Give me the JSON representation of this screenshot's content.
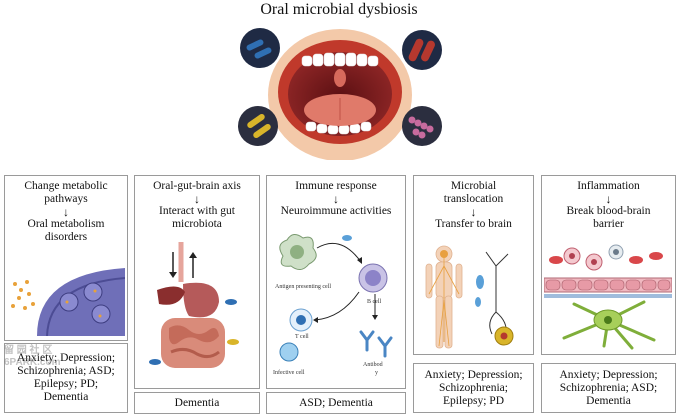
{
  "title": "Oral microbial dysbiosis",
  "panels": [
    {
      "line1": "Change metabolic",
      "line2": "pathways",
      "arrow": "↓",
      "line3": "Oral metabolism",
      "line4": "disorders",
      "outcome": [
        "Anxiety; Depression;",
        "Schizophrenia; ASD;",
        "Epilepsy; PD;",
        "Dementia"
      ]
    },
    {
      "line1": "Oral-gut-brain axis",
      "arrow": "↓",
      "line2": "Interact with gut",
      "line3": "microbiota",
      "outcome": [
        "Dementia"
      ]
    },
    {
      "line1": "Immune response",
      "arrow": "↓",
      "line2": "Neuroimmune activities",
      "labels": {
        "apc": "Antigen presenting cell",
        "bcell": "B cell",
        "tcell": "T cell",
        "infective": "Infective cell",
        "antibody1": "Antibod",
        "antibody2": "y"
      },
      "outcome": [
        "ASD; Dementia"
      ]
    },
    {
      "line1": "Microbial",
      "line2": "translocation",
      "arrow": "↓",
      "line3": "Transfer to brain",
      "outcome": [
        "Anxiety; Depression;",
        "Schizophrenia;",
        "Epilepsy; PD"
      ]
    },
    {
      "line1": "Inflammation",
      "arrow": "↓",
      "line2": "Break blood-brain",
      "line3": "barrier",
      "outcome": [
        "Anxiety; Depression;",
        "Schizophrenia; ASD;",
        "Dementia"
      ]
    }
  ],
  "watermark": {
    "line1": "留 园 社 区",
    "line2": "6PARK.com"
  },
  "colors": {
    "lips": "#c0392b",
    "mouth": "#7a1e1e",
    "tongue": "#e07a6a",
    "bacteria_blue": "#2f6fb3",
    "bacteria_red": "#b5382e",
    "bacteria_yellow": "#d9b52a",
    "bacteria_pink": "#c76b9e"
  }
}
